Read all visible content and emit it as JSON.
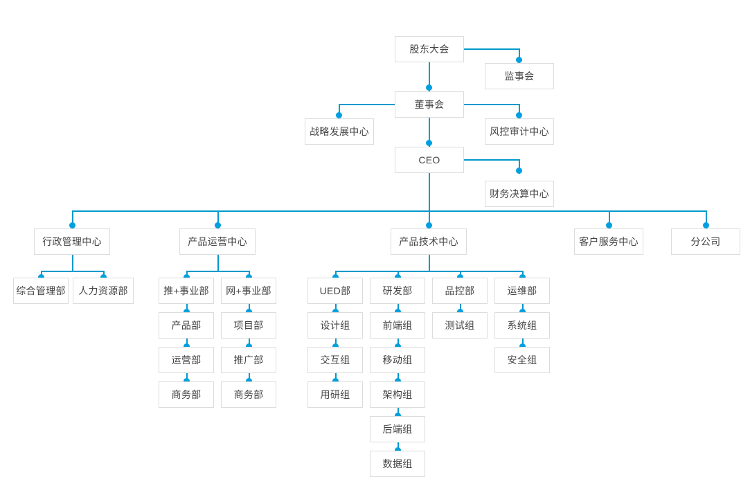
{
  "diagram": {
    "title": "Organizational Structure Chart",
    "colors": {
      "line": "#0099cc",
      "dot": "#00a0e0",
      "box_border": "#dcdcdc",
      "text": "#444444",
      "background": "#ffffff"
    },
    "nodes": {
      "shareholders_meeting": "股东大会",
      "board_of_supervisors": "监事会",
      "board_of_directors": "董事会",
      "strategic_development_center": "战略发展中心",
      "risk_control_audit_center": "风控审计中心",
      "ceo": "CEO",
      "financial_settlement_center": "财务决算中心",
      "administrative_management_center": "行政管理中心",
      "product_operations_center": "产品运营中心",
      "product_technology_center": "产品技术中心",
      "customer_service_center": "客户服务中心",
      "branch_company": "分公司",
      "general_management_dept": "综合管理部",
      "human_resources_dept": "人力资源部",
      "tui_plus_division": "推+事业部",
      "wang_plus_division": "网+事业部",
      "product_dept": "产品部",
      "project_dept": "项目部",
      "operations_dept": "运营部",
      "promotion_dept": "推广部",
      "business_dept_left": "商务部",
      "business_dept_right": "商务部",
      "ued_dept": "UED部",
      "rd_dept": "研发部",
      "quality_control_dept": "品控部",
      "operations_maintenance_dept": "运维部",
      "design_group": "设计组",
      "frontend_group": "前端组",
      "test_group": "测试组",
      "system_group": "系统组",
      "interaction_group": "交互组",
      "mobile_group": "移动组",
      "security_group": "安全组",
      "user_research_group": "用研组",
      "architecture_group": "架构组",
      "backend_group": "后端组",
      "data_group": "数据组"
    }
  }
}
